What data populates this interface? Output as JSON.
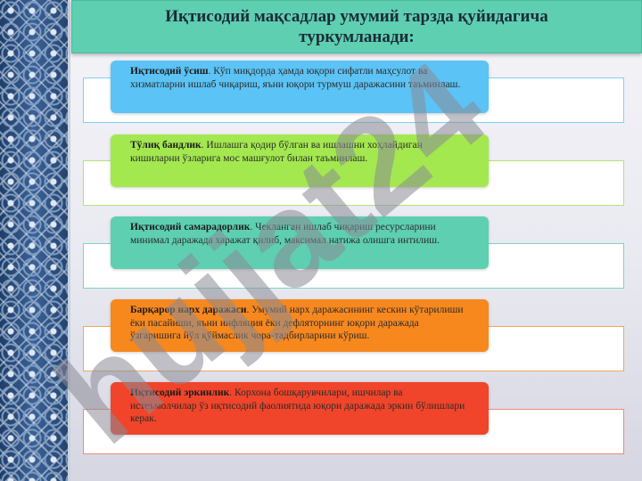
{
  "slide": {
    "title": "Иқтисодий мақсадлар умумий тарзда қуйидагича туркумланади:",
    "items": [
      {
        "term": "Иқтисодий ўсиш",
        "text": ". Кўп миқдорда ҳамда юқори сифатли маҳсулот ва хизматларни ишлаб чиқариш, яъни юқори турмуш даражасини таъминлаш.",
        "pill_color": "#5bc3f5",
        "outline_color": "#7fd3ef"
      },
      {
        "term": "Тўлиқ бандлик",
        "text": ". Ишлашга қодир бўлган ва ишлашни хоҳлайдиган кишиларни ўзларига мос машғулот билан таъминлаш.",
        "pill_color": "#a3e84f",
        "outline_color": "#b4e278"
      },
      {
        "term": "Иқтисодий самарадорлик",
        "text": ". Чекланган ишлаб чиқариш ресурсларини минимал даражада харажат қилиб, максимал натижа олишга интилиш.",
        "pill_color": "#5ecfb1",
        "outline_color": "#7ad6c0"
      },
      {
        "term": "Барқарор нарх даражаси",
        "text": ". Умумий нарх даражасининг кескин кўтарилиши ёки пасайиши, яъни инфляция ёки дефляторнинг юқори даражада ўзгаришига йўл қўймаслик чора-тадбирларини кўриш.",
        "pill_color": "#f7881e",
        "outline_color": "#f2a65c"
      },
      {
        "term": "Иқтисодий эркинлик",
        "text": ". Корхона бошқарувчилари, ишчилар ва истеъмолчилар ўз иқтисодий фаолиятида юқори даражада эркин бўлишлари керак.",
        "pill_color": "#f0452a",
        "outline_color": "#ee8a7a"
      }
    ]
  },
  "watermark": {
    "text": "hujjat24",
    "color": "#8a8a96"
  }
}
